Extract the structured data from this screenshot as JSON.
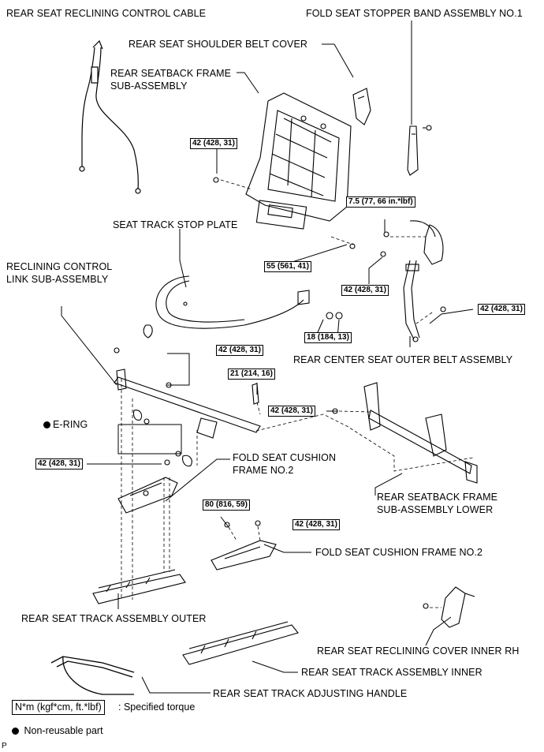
{
  "labels": {
    "reclining_cable": "REAR SEAT RECLINING CONTROL CABLE",
    "stopper_band": "FOLD SEAT STOPPER BAND ASSEMBLY NO.1",
    "shoulder_belt_cover": "REAR SEAT SHOULDER BELT COVER",
    "seatback_frame_1": "REAR SEATBACK FRAME",
    "seatback_frame_2": "SUB-ASSEMBLY",
    "stop_plate": "SEAT TRACK STOP PLATE",
    "link_1": "RECLINING CONTROL",
    "link_2": "LINK SUB-ASSEMBLY",
    "center_belt": "REAR CENTER SEAT OUTER BELT ASSEMBLY",
    "e_ring": "E-RING",
    "cushion_frame_upper_1": "FOLD SEAT CUSHION",
    "cushion_frame_upper_2": "FRAME NO.2",
    "seatback_lower_1": "REAR SEATBACK FRAME",
    "seatback_lower_2": "SUB-ASSEMBLY LOWER",
    "cushion_frame_lower": "FOLD SEAT CUSHION FRAME NO.2",
    "track_outer": "REAR SEAT TRACK ASSEMBLY OUTER",
    "cover_inner": "REAR SEAT RECLINING COVER INNER RH",
    "track_inner": "REAR SEAT TRACK ASSEMBLY INNER",
    "adjusting_handle": "REAR SEAT TRACK ADJUSTING HANDLE"
  },
  "torques": {
    "t1": "42 (428, 31)",
    "t2": "7.5 (77, 66 in.*lbf)",
    "t3": "55 (561, 41)",
    "t4": "42 (428, 31)",
    "t5": "42 (428, 31)",
    "t6": "18 (184, 13)",
    "t7": "42 (428, 31)",
    "t8": "21 (214, 16)",
    "t9": "42 (428, 31)",
    "t10": "42 (428, 31)",
    "t11": "80 (816, 59)",
    "t12": "42 (428, 31)"
  },
  "legend": {
    "torque_box": "N*m (kgf*cm, ft.*lbf)",
    "torque_text": ": Specified torque",
    "non_reusable": "Non-reusable part"
  },
  "corner_mark": "P"
}
